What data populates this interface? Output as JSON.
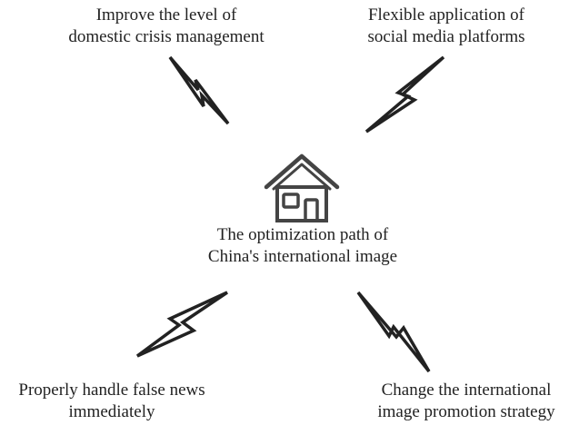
{
  "center": {
    "icon": "house-icon",
    "title_line1": "The optimization path of",
    "title_line2": "China's international image"
  },
  "nodes": {
    "top_left": {
      "line1": "Improve the level of",
      "line2": "domestic crisis management",
      "icon": "lightning-arrow-icon"
    },
    "top_right": {
      "line1": "Flexible application of",
      "line2": "social media platforms",
      "icon": "lightning-arrow-icon"
    },
    "bottom_left": {
      "line1": "Properly handle false news",
      "line2": "immediately",
      "icon": "lightning-arrow-icon"
    },
    "bottom_right": {
      "line1": "Change the international",
      "line2": "image promotion strategy",
      "icon": "lightning-arrow-icon"
    }
  },
  "colors": {
    "stroke": "#222222",
    "icon": "#444444",
    "background": "#ffffff"
  }
}
